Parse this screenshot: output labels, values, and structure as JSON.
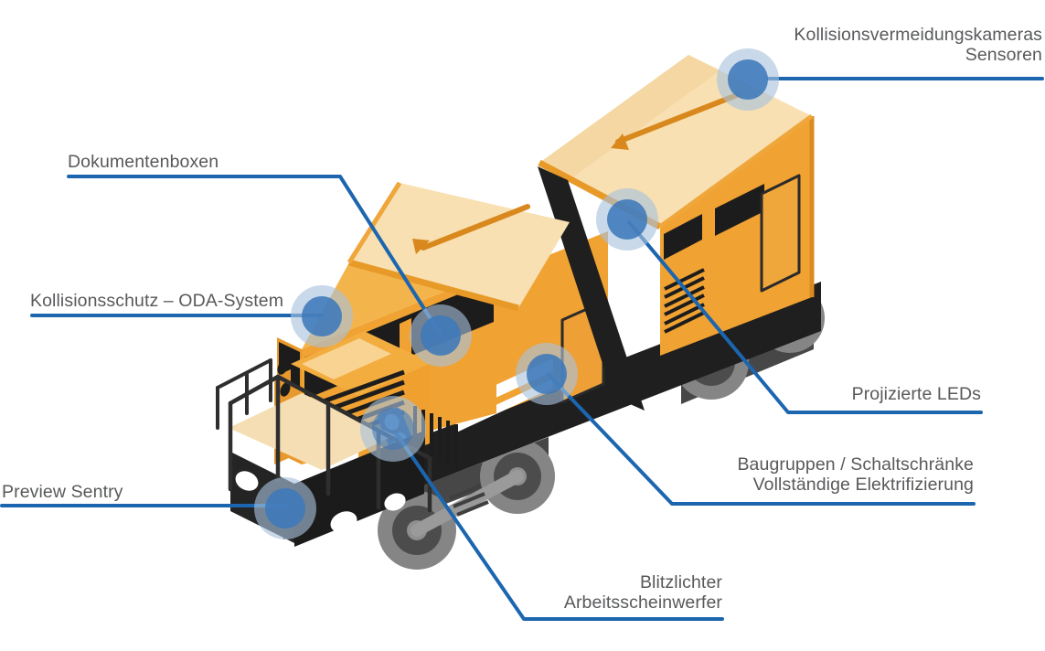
{
  "illustration": {
    "name": "train-locomotive-isometric",
    "description_colors": {
      "body_orange": "#F0A233",
      "roof_cream": "#F8E0B2",
      "chassis_black": "#1F1F1F",
      "wheel_gray": "#858585",
      "leader_line_blue": "#1C66B0",
      "marker_halo": "#A8C2DD",
      "marker_inner": "#3E79BA",
      "label_text": "#58595B"
    }
  },
  "callouts": [
    {
      "id": "collision-avoidance-cameras",
      "lines": [
        "Kollisionsvermeidungskameras",
        "Sensoren"
      ]
    },
    {
      "id": "document-boxes",
      "lines": [
        "Dokumentenboxen"
      ]
    },
    {
      "id": "collision-protection-oda",
      "lines": [
        "Kollisionsschutz – ODA-System"
      ]
    },
    {
      "id": "preview-sentry",
      "lines": [
        "Preview Sentry"
      ]
    },
    {
      "id": "projected-leds",
      "lines": [
        "Projizierte LEDs"
      ]
    },
    {
      "id": "assemblies-cabinets",
      "lines": [
        "Baugruppen / Schaltschränke",
        "Vollständige Elektrifizierung"
      ]
    },
    {
      "id": "flash-work-lights",
      "lines": [
        "Blitzlichter",
        "Arbeitsscheinwerfer"
      ]
    }
  ]
}
